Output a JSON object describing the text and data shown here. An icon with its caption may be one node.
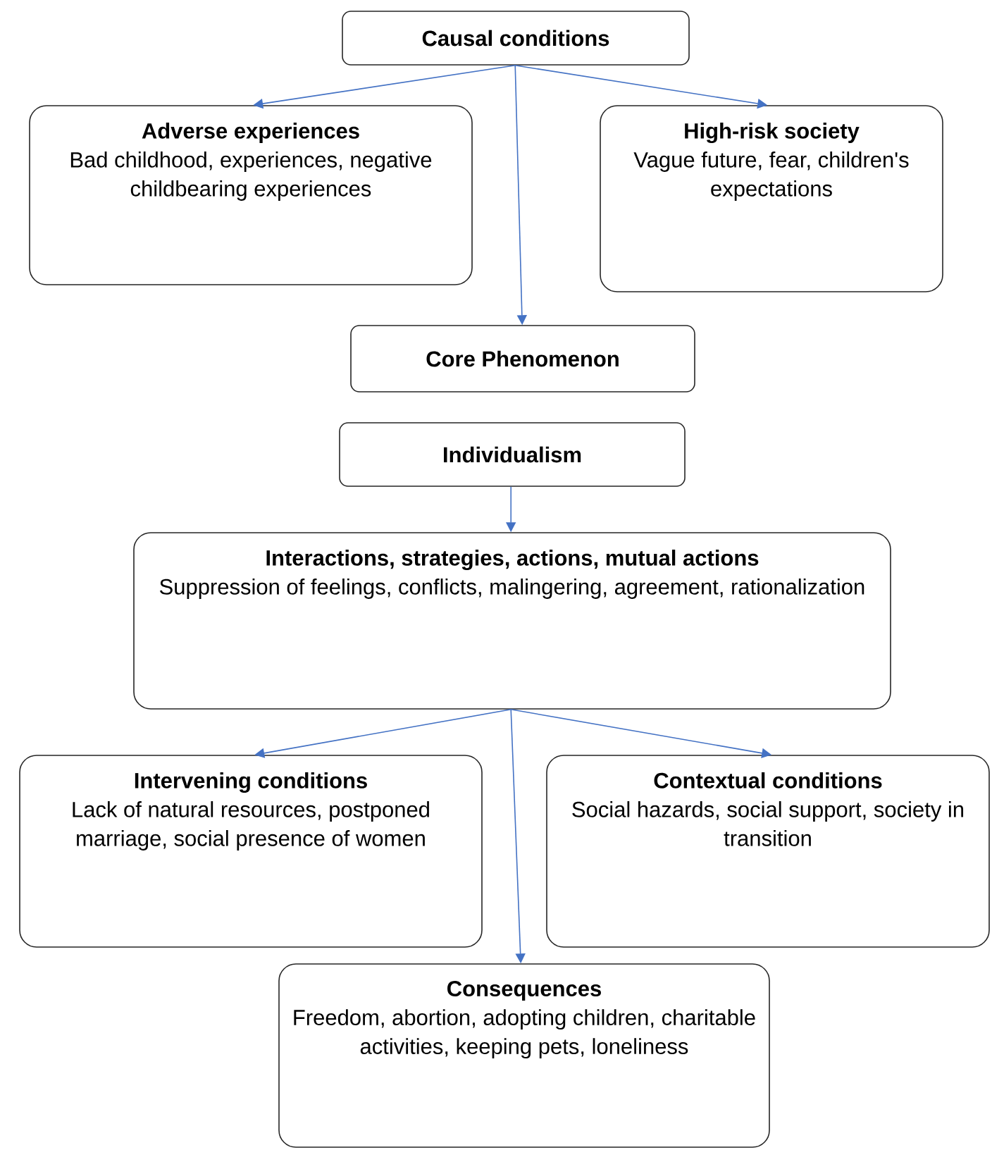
{
  "diagram": {
    "nodes": [
      {
        "text": [
          "Causal conditions"
        ]
      },
      {
        "text": [
          "Adverse experiences",
          "Bad childhood, experiences, negative childbearing experiences"
        ]
      },
      {
        "text": [
          "High-risk society",
          "Vague future, fear, children's expectations"
        ]
      },
      {
        "text": [
          "Core Phenomenon"
        ]
      },
      {
        "text": [
          "Individualism"
        ]
      },
      {
        "text": [
          "Interactions, strategies, actions, mutual actions",
          "Suppression of feelings, conflicts, malingering, agreement, rationalization"
        ]
      },
      {
        "text": [
          "Intervening conditions",
          "Lack of natural resources, postponed marriage, social presence of women"
        ]
      },
      {
        "text": [
          "Contextual conditions",
          "Social hazards, social support, society in transition"
        ]
      },
      {
        "text": [
          "Consequences",
          "Freedom, abortion, adopting children, charitable activities, keeping pets, loneliness"
        ]
      }
    ],
    "edges": [
      {
        "from": 0,
        "to": 1,
        "arrow": "to"
      },
      {
        "from": 0,
        "to": 2,
        "arrow": "to"
      },
      {
        "from": 0,
        "to": 3,
        "arrow": "to"
      },
      {
        "from": 4,
        "to": 5,
        "arrow": "to"
      },
      {
        "from": 5,
        "to": 6,
        "arrow": "to"
      },
      {
        "from": 5,
        "to": 7,
        "arrow": "to"
      },
      {
        "from": 5,
        "to": 8,
        "arrow": "to"
      }
    ]
  }
}
